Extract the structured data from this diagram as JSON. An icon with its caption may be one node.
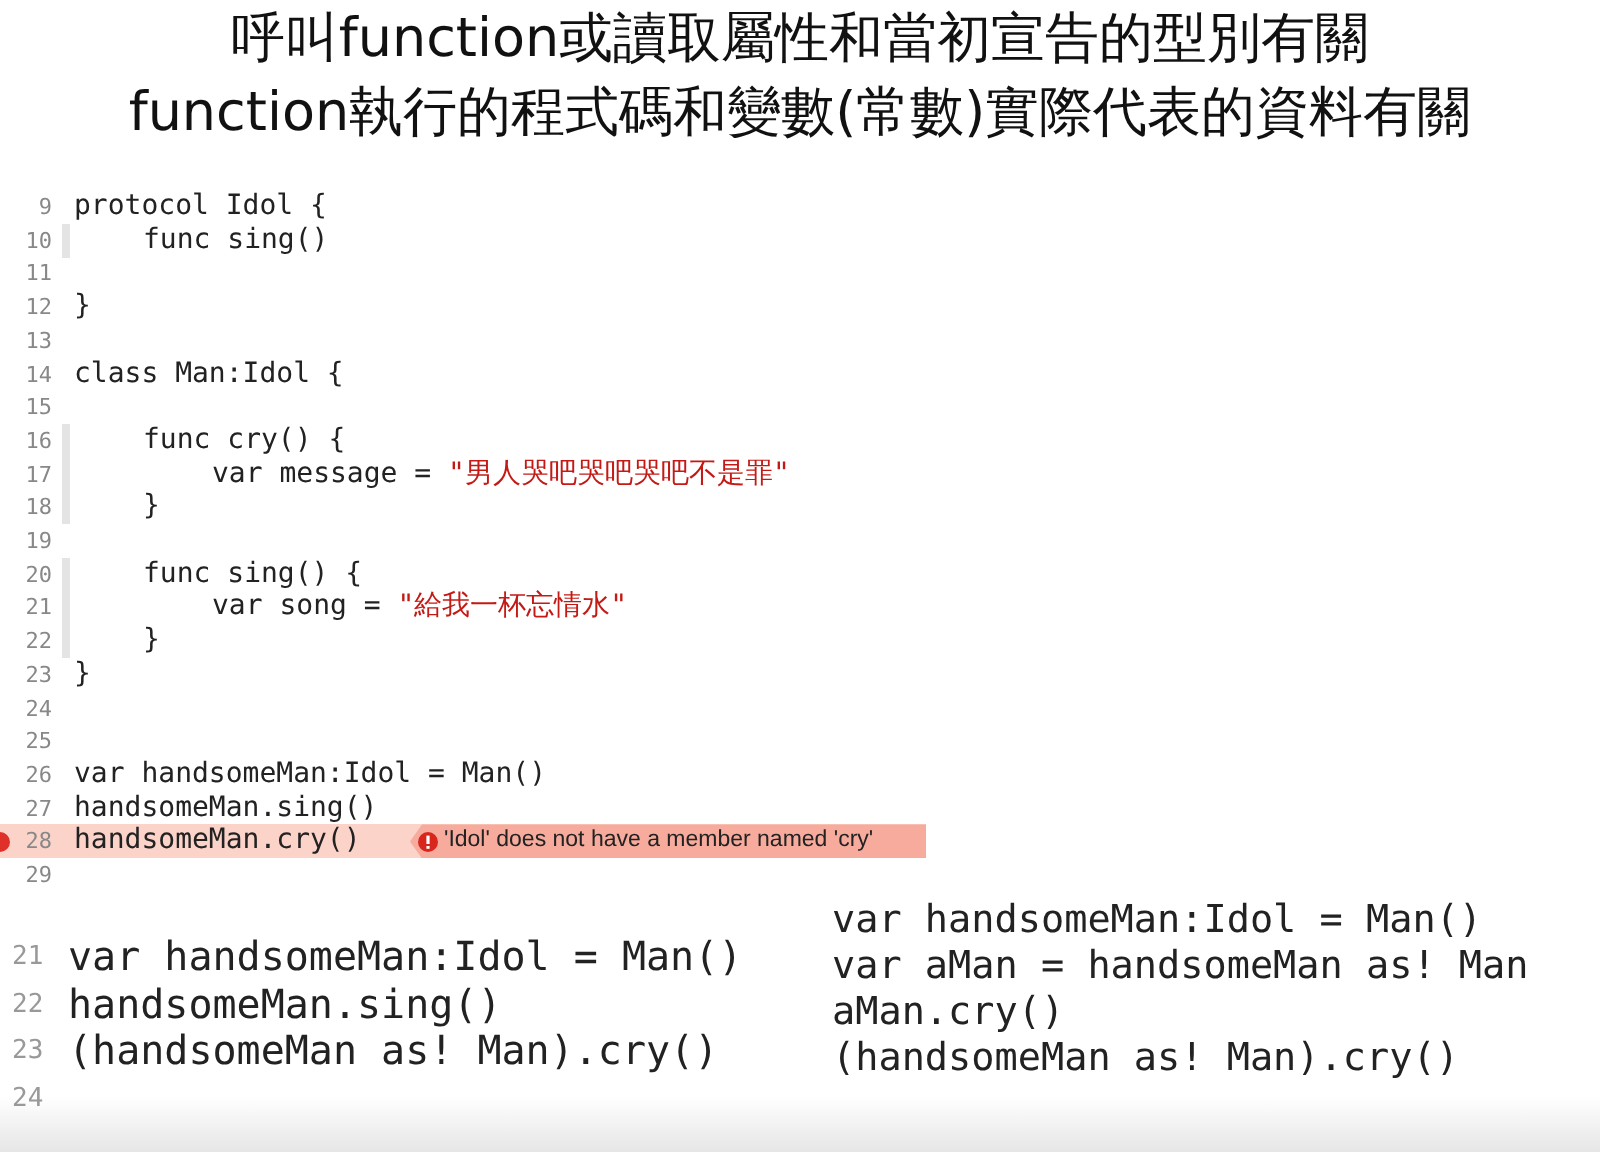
{
  "diagram": {
    "title": "呼叫function或讀取屬性和當初宣告的型別有關",
    "labels": [
      "function執行的程式碼和變數(常數)實際代表的資料有關",
      "9",
      "protocol Idol {",
      "10",
      "func sing()",
      "11",
      "12",
      "}",
      "13",
      "14",
      "class Man:Idol {",
      "15",
      "16",
      "func cry() {",
      "17",
      "var message = \"男人哭吧哭吧哭吧不是罪\"",
      "18",
      "}",
      "19",
      "20",
      "func sing() {",
      "21",
      "var song = \"給我一杯忘情水\"",
      "22",
      "}",
      "23",
      "}",
      "24",
      "25",
      "26",
      "var handsomeMan:Idol = Man()",
      "27",
      "handsomeMan.sing()",
      "28",
      "handsomeMan.cry()",
      "'Idol' does not have a member named 'cry'",
      "29",
      "21",
      "var handsomeMan:Idol = Man()",
      "22",
      "handsomeMan.sing()",
      "23",
      "(handsomeMan as! Man).cry()",
      "24",
      "var handsomeMan:Idol = Man()",
      "var aMan = handsomeMan as! Man",
      "aMan.cry()",
      "(handsomeMan as! Man).cry()"
    ]
  }
}
